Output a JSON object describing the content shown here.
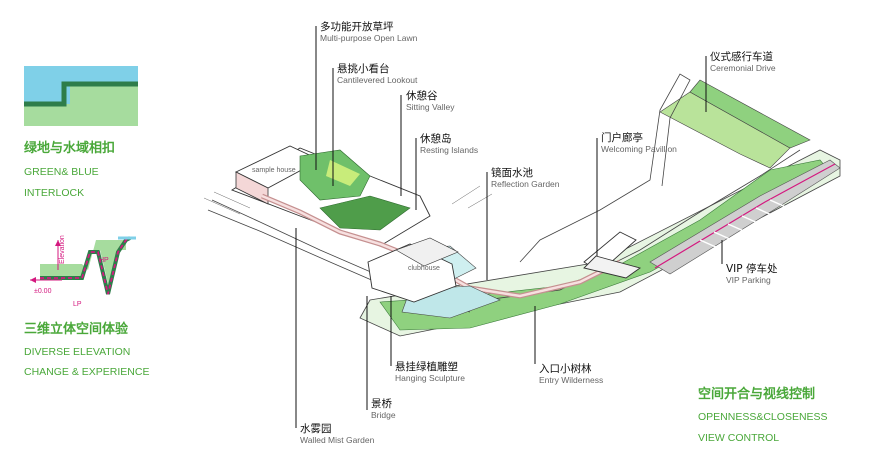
{
  "legend": {
    "block1": {
      "title_zh": "绿地与水域相扣",
      "line1": "GREEN& BLUE",
      "line2": "INTERLOCK"
    },
    "block2": {
      "title_zh": "三维立体空间体验",
      "line1": "DIVERSE ELEVATION",
      "line2": "CHANGE & EXPERIENCE",
      "elev_label": "Elevation",
      "hp": "HP",
      "lp": "LP",
      "zero": "±0.00"
    },
    "block3": {
      "title_zh": "空间开合与视线控制",
      "line1": "OPENNESS&CLOSENESS",
      "line2": "VIEW CONTROL"
    }
  },
  "labels": [
    {
      "zh": "多功能开放草坪",
      "en": "Multi-purpose Open Lawn"
    },
    {
      "zh": "悬挑小看台",
      "en": "Cantilevered Lookout"
    },
    {
      "zh": "休憩谷",
      "en": "Sitting Valley"
    },
    {
      "zh": "休憩岛",
      "en": "Resting Islands"
    },
    {
      "zh": "镜面水池",
      "en": "Reflection Garden"
    },
    {
      "zh": "门户廊亭",
      "en": "Welcoming Pavillion"
    },
    {
      "zh": "仪式感行车道",
      "en": "Ceremonial Drive"
    },
    {
      "zh": "VIP 停车处",
      "en": "VIP Parking"
    },
    {
      "zh": "入口小树林",
      "en": "Entry Wilderness"
    },
    {
      "zh": "悬挂绿植雕塑",
      "en": "Hanging Sculpture"
    },
    {
      "zh": "景桥",
      "en": "Bridge"
    },
    {
      "zh": "水雾园",
      "en": "Walled Mist Garden"
    }
  ],
  "inner_labels": {
    "sample_house": "sample house",
    "clubhouse": "clubhouse"
  },
  "colors": {
    "accent_green": "#4aa83a",
    "water": "#7fd0e8",
    "lawn": "#9fd89a",
    "magenta": "#d4187f"
  }
}
